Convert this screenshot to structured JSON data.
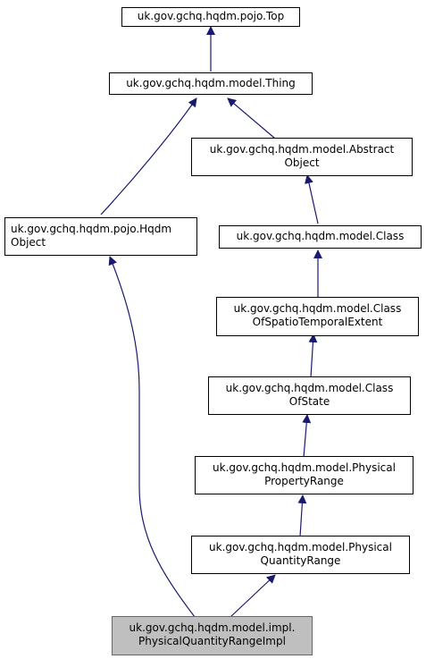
{
  "nodes": {
    "top": {
      "lines": [
        "uk.gov.gchq.hqdm.pojo.Top"
      ]
    },
    "thing": {
      "lines": [
        "uk.gov.gchq.hqdm.model.Thing"
      ]
    },
    "abstract_object": {
      "lines": [
        "uk.gov.gchq.hqdm.model.Abstract",
        "Object"
      ]
    },
    "hqdm_object": {
      "lines": [
        "uk.gov.gchq.hqdm.pojo.Hqdm",
        "Object"
      ]
    },
    "class": {
      "lines": [
        "uk.gov.gchq.hqdm.model.Class"
      ]
    },
    "class_of_ste": {
      "lines": [
        "uk.gov.gchq.hqdm.model.Class",
        "OfSpatioTemporalExtent"
      ]
    },
    "class_of_state": {
      "lines": [
        "uk.gov.gchq.hqdm.model.Class",
        "OfState"
      ]
    },
    "physical_property_range": {
      "lines": [
        "uk.gov.gchq.hqdm.model.Physical",
        "PropertyRange"
      ]
    },
    "physical_quantity_range": {
      "lines": [
        "uk.gov.gchq.hqdm.model.Physical",
        "QuantityRange"
      ]
    },
    "physical_quantity_range_impl": {
      "lines": [
        "uk.gov.gchq.hqdm.model.impl.",
        "PhysicalQuantityRangeImpl"
      ]
    }
  },
  "colors": {
    "edge": "#191970",
    "node_border": "#000000",
    "highlight_fill": "#bfbfbf",
    "highlight_border": "#666666"
  }
}
